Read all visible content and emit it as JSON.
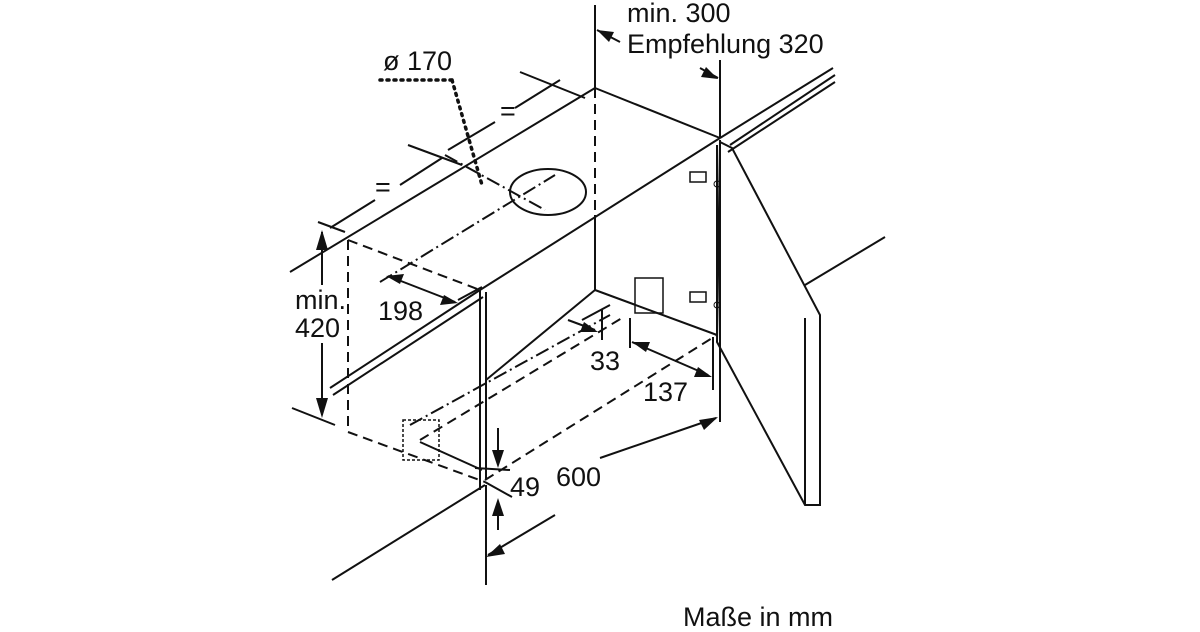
{
  "title": "Einbauzeichnung",
  "dimensions": {
    "height_min_300": "min. 300",
    "height_recommend_320": "Empfehlung 320",
    "diameter": "ø 170",
    "equal_1": "=",
    "equal_2": "=",
    "min_label": "min.",
    "min_420": "420",
    "depth_198": "198",
    "offset_33": "33",
    "offset_137": "137",
    "offset_49": "49",
    "width_600": "600"
  },
  "footer": {
    "units": "Maße in mm"
  }
}
